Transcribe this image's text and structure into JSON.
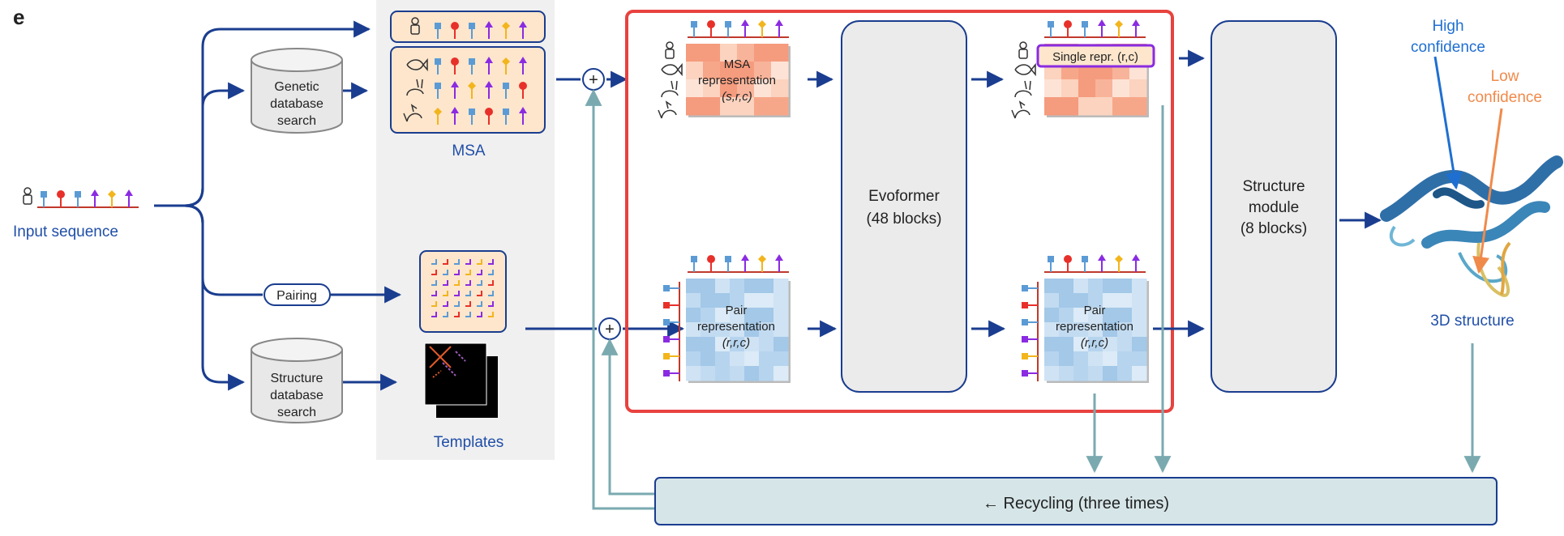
{
  "panel_letter": "e",
  "input": {
    "label": "Input sequence"
  },
  "genetic_db": {
    "line1": "Genetic",
    "line2": "database",
    "line3": "search"
  },
  "structure_db": {
    "line1": "Structure",
    "line2": "database",
    "line3": "search"
  },
  "pairing": {
    "label": "Pairing"
  },
  "msa": {
    "label": "MSA"
  },
  "templates": {
    "label": "Templates"
  },
  "msa_repr": {
    "line1": "MSA",
    "line2": "representation",
    "line3": "(s,r,c)"
  },
  "pair_repr_in": {
    "line1": "Pair",
    "line2": "representation",
    "line3": "(r,r,c)"
  },
  "pair_repr_out": {
    "line1": "Pair",
    "line2": "representation",
    "line3": "(r,r,c)"
  },
  "single_repr": {
    "label": "Single repr. (r,c)"
  },
  "evoformer": {
    "line1": "Evoformer",
    "line2": "(48 blocks)"
  },
  "structure_module": {
    "line1": "Structure",
    "line2": "module",
    "line3": "(8 blocks)"
  },
  "output": {
    "label": "3D structure",
    "high1": "High",
    "high2": "confidence",
    "low1": "Low",
    "low2": "confidence"
  },
  "recycling": {
    "label": "← Recycling (three times)"
  },
  "plus_symbol": "+",
  "colors": {
    "arrow_blue": "#1a3d8f",
    "recycle_teal": "#7aaab0",
    "evoformer_red": "#e8423f",
    "single_purple": "#8a2be2",
    "msa_panel_bg": "#f0f0f0",
    "msa_box_fill": "#fde6cc",
    "high_conf_blue": "#1f6fd1",
    "low_conf_orange": "#f08a4b"
  }
}
